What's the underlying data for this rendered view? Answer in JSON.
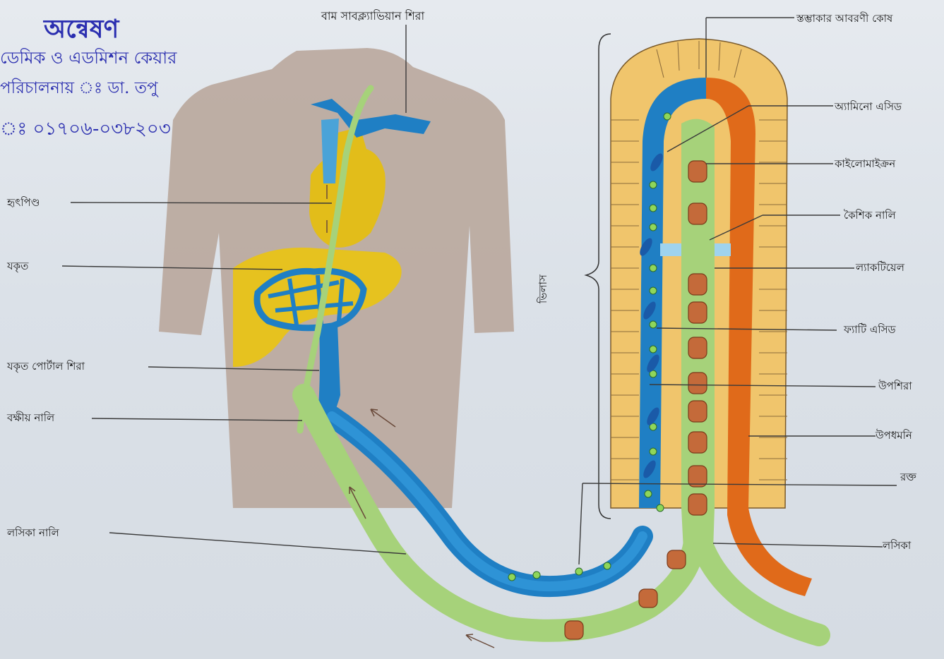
{
  "stamp": {
    "title": "অন্বেষণ",
    "line1": "ডেমিক ও এডমিশন কেয়ার",
    "line2": "পরিচালনায় ঃ ডা. তপু",
    "line3": "ঃ ০১৭০৬-০৩৮২০৩"
  },
  "labels": {
    "left_subclavian_vein": "বাম সাবক্ল্যাভিয়ান শিরা",
    "heart": "হৃৎপিণ্ড",
    "liver": "যকৃত",
    "hepatic_portal_vein": "যকৃত পোর্টাল শিরা",
    "thoracic_duct": "বক্ষীয় নালি",
    "lymph_vessel": "লসিকা নালি",
    "columnar_epithelium": "স্তম্ভাকার আবরণী কোষ",
    "amino_acid": "অ্যামিনো এসিড",
    "chylomicron": "কাইলোমাইক্রন",
    "capillary": "কৈশিক নালি",
    "lacteal": "ল্যাকটিয়েল",
    "fatty_acid": "ফ্যাটি এসিড",
    "venule": "উপশিরা",
    "arteriole": "উপধমনি",
    "blood": "রক্ত",
    "lymph": "লসিকা",
    "villus": "ভিলাস"
  },
  "colors": {
    "body": "#b7a59c",
    "liver": "#e6c21f",
    "vein": "#1f7fc4",
    "vein_light": "#8fd0f0",
    "lymph": "#a6d27a",
    "artery": "#e06a1a",
    "epithelium": "#f0c56c",
    "chylo": "#c46a3a"
  }
}
